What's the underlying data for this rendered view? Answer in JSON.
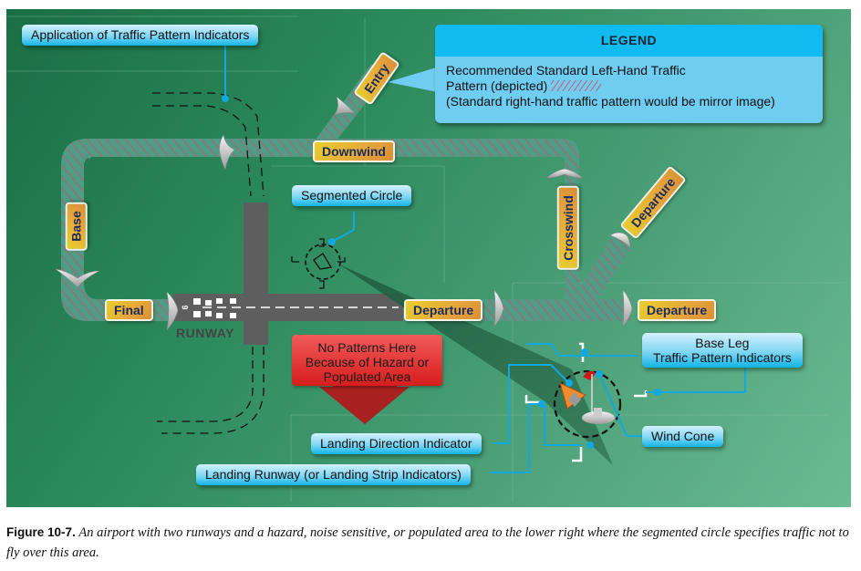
{
  "legend": {
    "title": "LEGEND",
    "line1": "Recommended Standard Left-Hand Traffic",
    "line2": "Pattern (depicted)",
    "line3": "(Standard right-hand traffic pattern would be mirror image)",
    "hatch_color": "#e0465a"
  },
  "callouts": {
    "application": "Application of Traffic Pattern Indicators",
    "segmented_circle": "Segmented Circle",
    "base_leg_line1": "Base Leg",
    "base_leg_line2": "Traffic Pattern Indicators",
    "wind_cone": "Wind Cone",
    "landing_direction": "Landing Direction Indicator",
    "landing_runway": "Landing Runway (or Landing Strip Indicators)"
  },
  "pattern_legs": {
    "entry": "Entry",
    "downwind": "Downwind",
    "base": "Base",
    "final": "Final",
    "crosswind": "Crosswind",
    "departure_runway": "Departure",
    "departure_straight": "Departure",
    "departure_diagonal": "Departure"
  },
  "runway": {
    "label": "RUNWAY",
    "number": "9"
  },
  "hazard": {
    "line1": "No Patterns Here",
    "line2": "Because of Hazard or",
    "line3": "Populated Area",
    "color": "#e02828"
  },
  "caption": {
    "figure": "Figure 10-7.",
    "text": "An airport with two runways and a hazard, noise sensitive, or populated area to the lower right where the segmented circle specifies traffic not to fly over this area."
  },
  "colors": {
    "callout_blue": "#12b4e8",
    "tag_orange": "#e6a53b",
    "pattern_hatch": "#e0465a",
    "background_green": "#2c8a5c"
  }
}
